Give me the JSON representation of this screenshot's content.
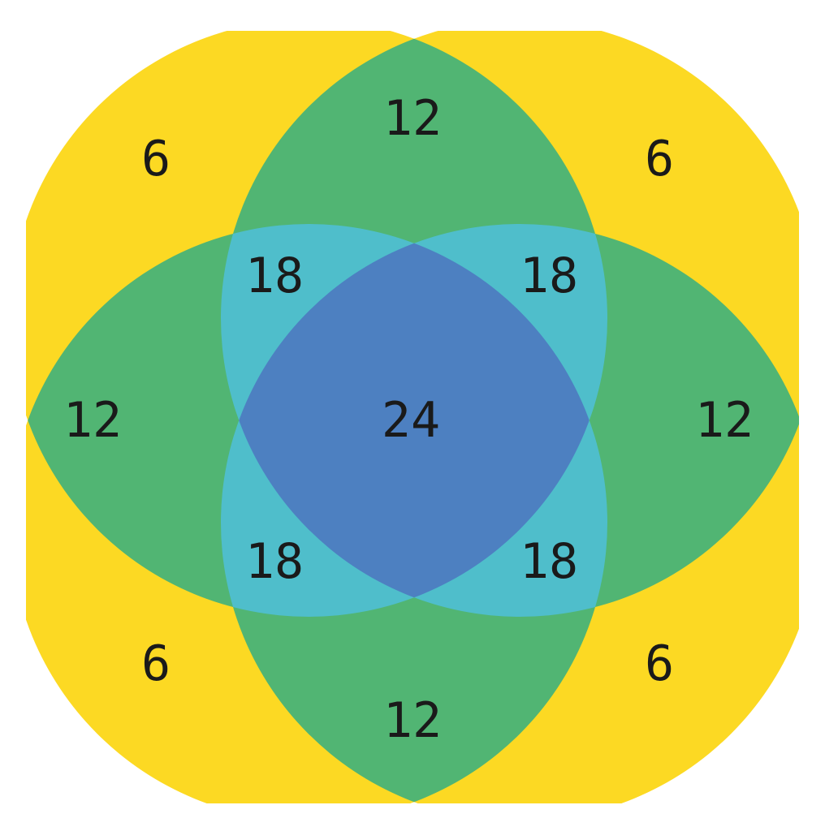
{
  "colors": {
    "background": "#ffffff",
    "one_circle": "#fcd923",
    "two_circles": "#51b573",
    "three_circles": "#4fbecb",
    "four_circles": "#4d80c1",
    "text": "#1a1a1a"
  },
  "regions": {
    "corner_top_left": "6",
    "corner_top_right": "6",
    "corner_bottom_left": "6",
    "corner_bottom_right": "6",
    "lens_top": "12",
    "lens_left": "12",
    "lens_right": "12",
    "lens_bottom": "12",
    "triple_top_left": "18",
    "triple_top_right": "18",
    "triple_bottom_left": "18",
    "triple_bottom_right": "18",
    "center": "24"
  }
}
